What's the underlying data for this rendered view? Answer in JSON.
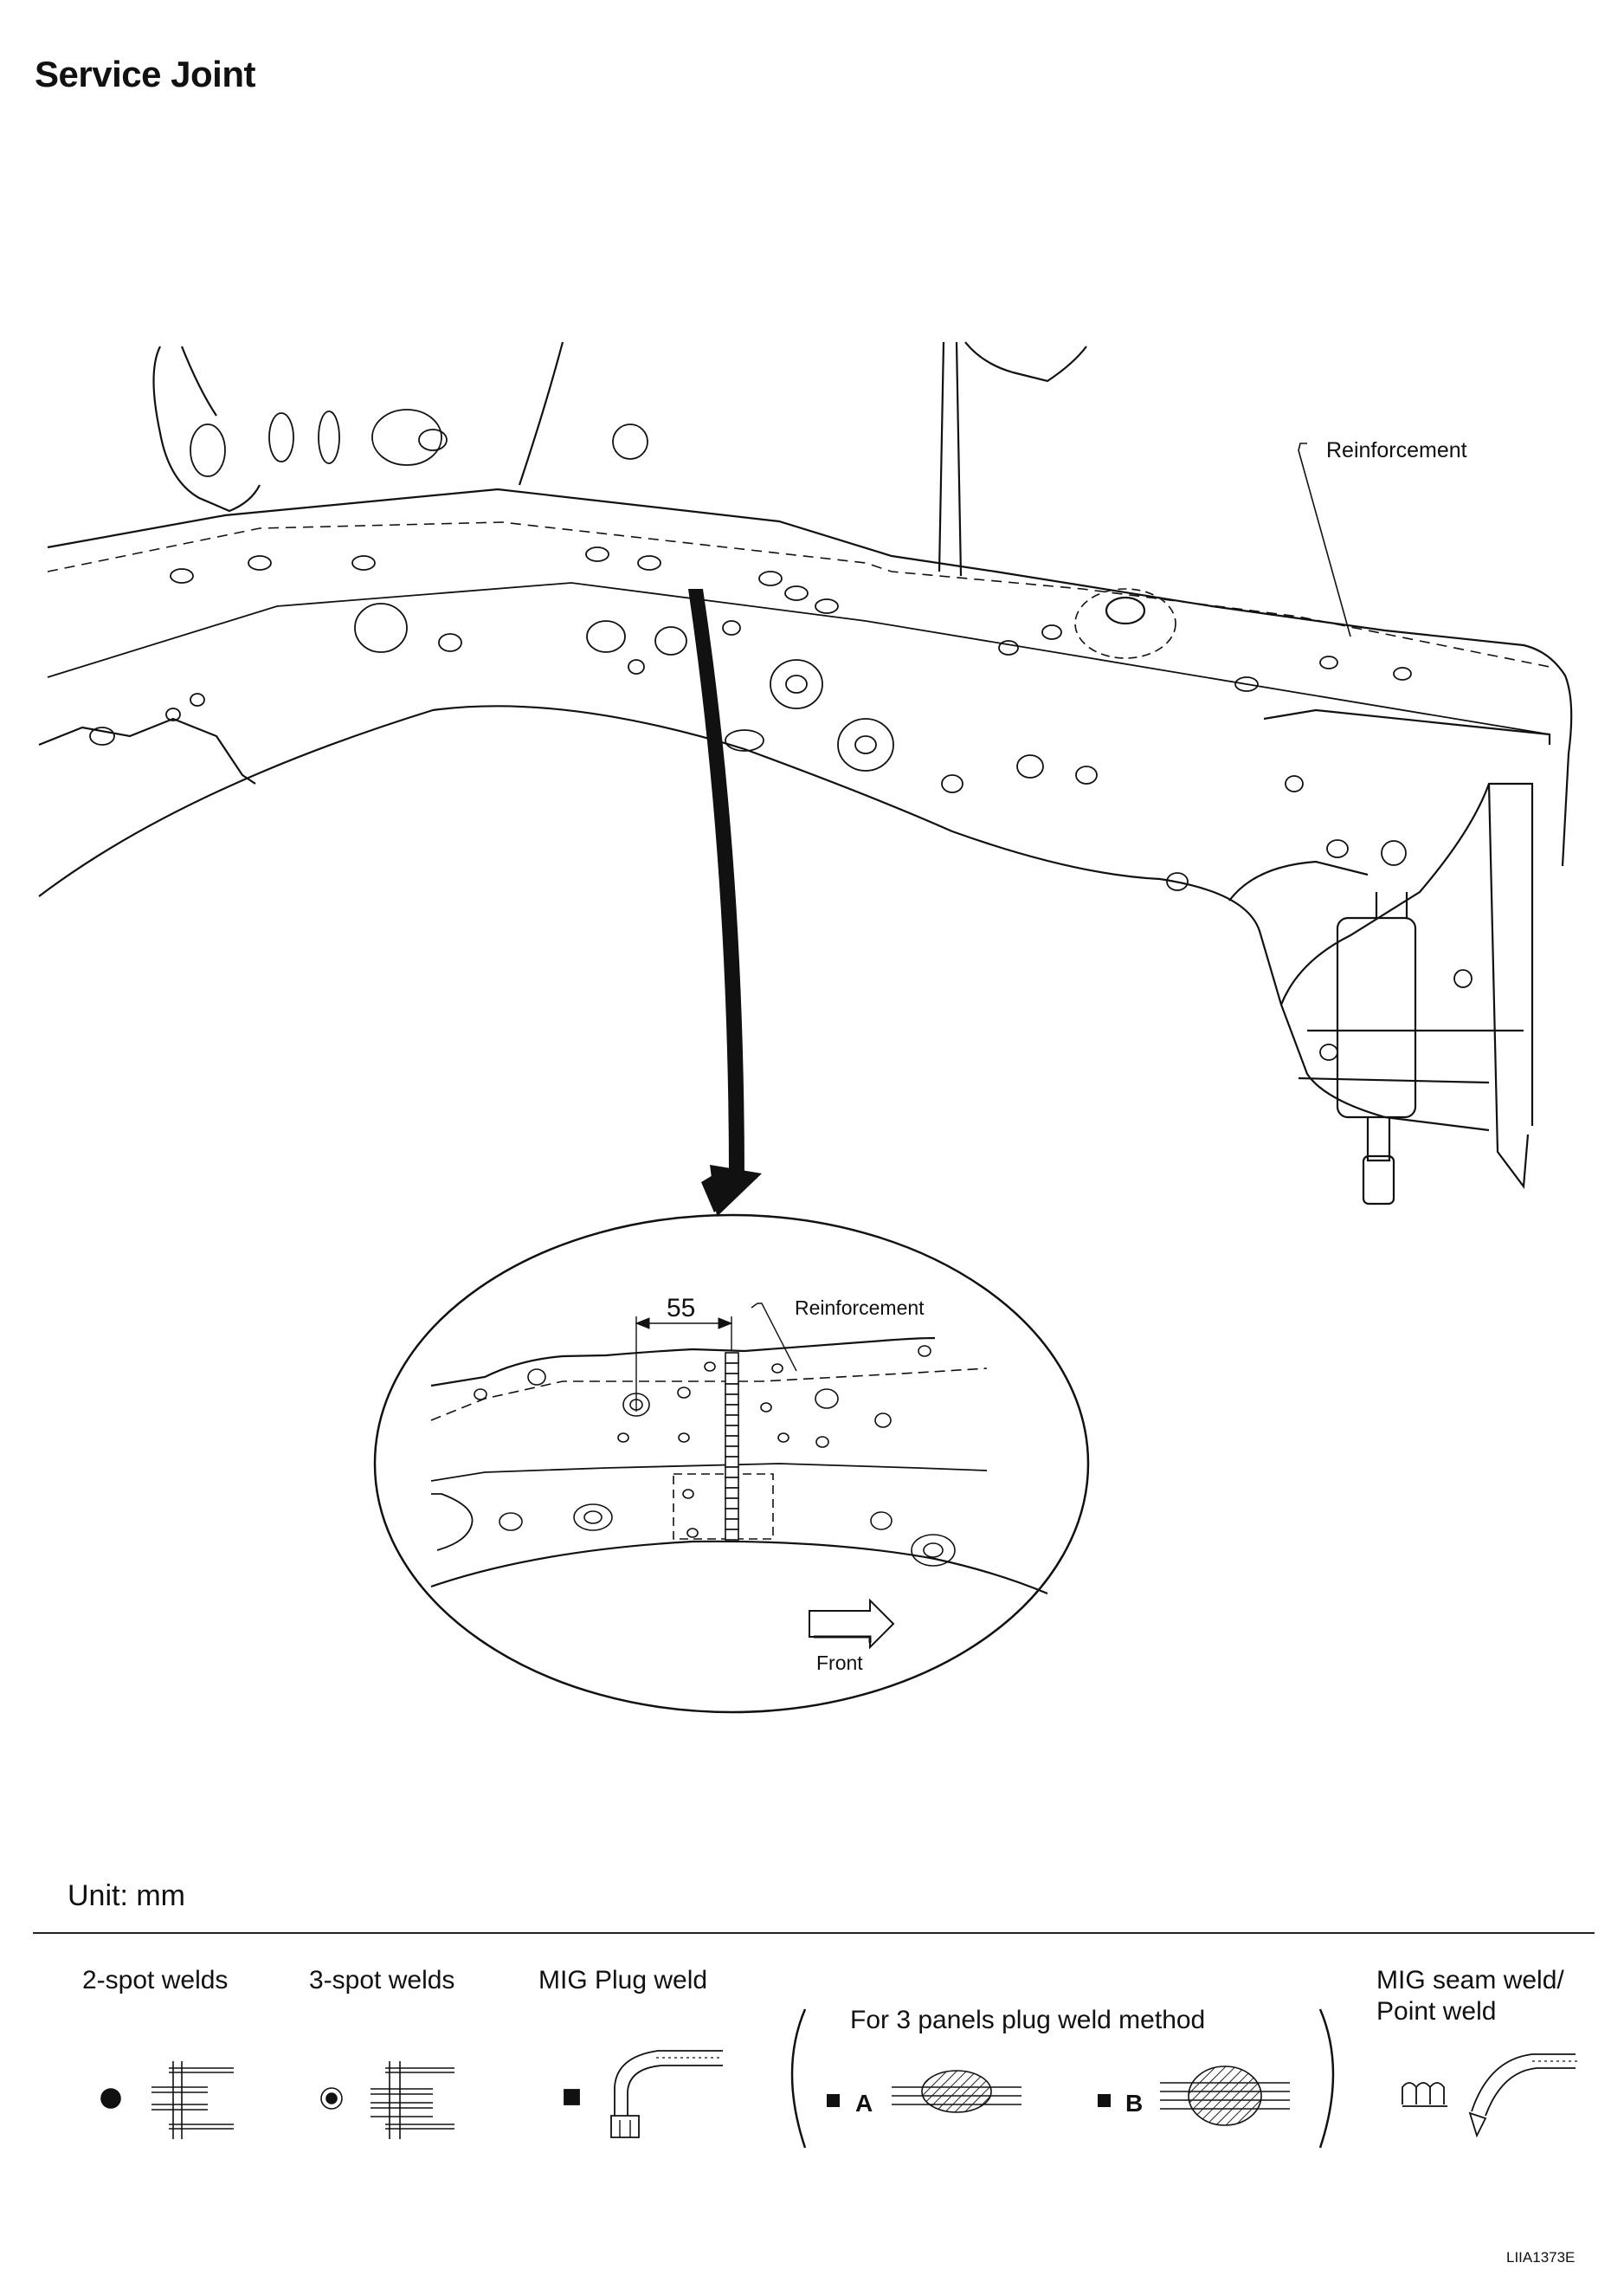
{
  "title": "Service Joint",
  "labels": {
    "reinforcement_main": "Reinforcement",
    "reinforcement_detail": "Reinforcement",
    "dimension": "55",
    "front": "Front"
  },
  "unit": "Unit: mm",
  "legend": {
    "spot2": "2-spot welds",
    "spot3": "3-spot welds",
    "mig_plug": "MIG Plug weld",
    "three_panel": "For 3 panels plug weld method",
    "method_a": "A",
    "method_b": "B",
    "mig_seam_line1": "MIG seam weld/",
    "mig_seam_line2": "Point weld"
  },
  "figure_code": "LIIA1373E"
}
